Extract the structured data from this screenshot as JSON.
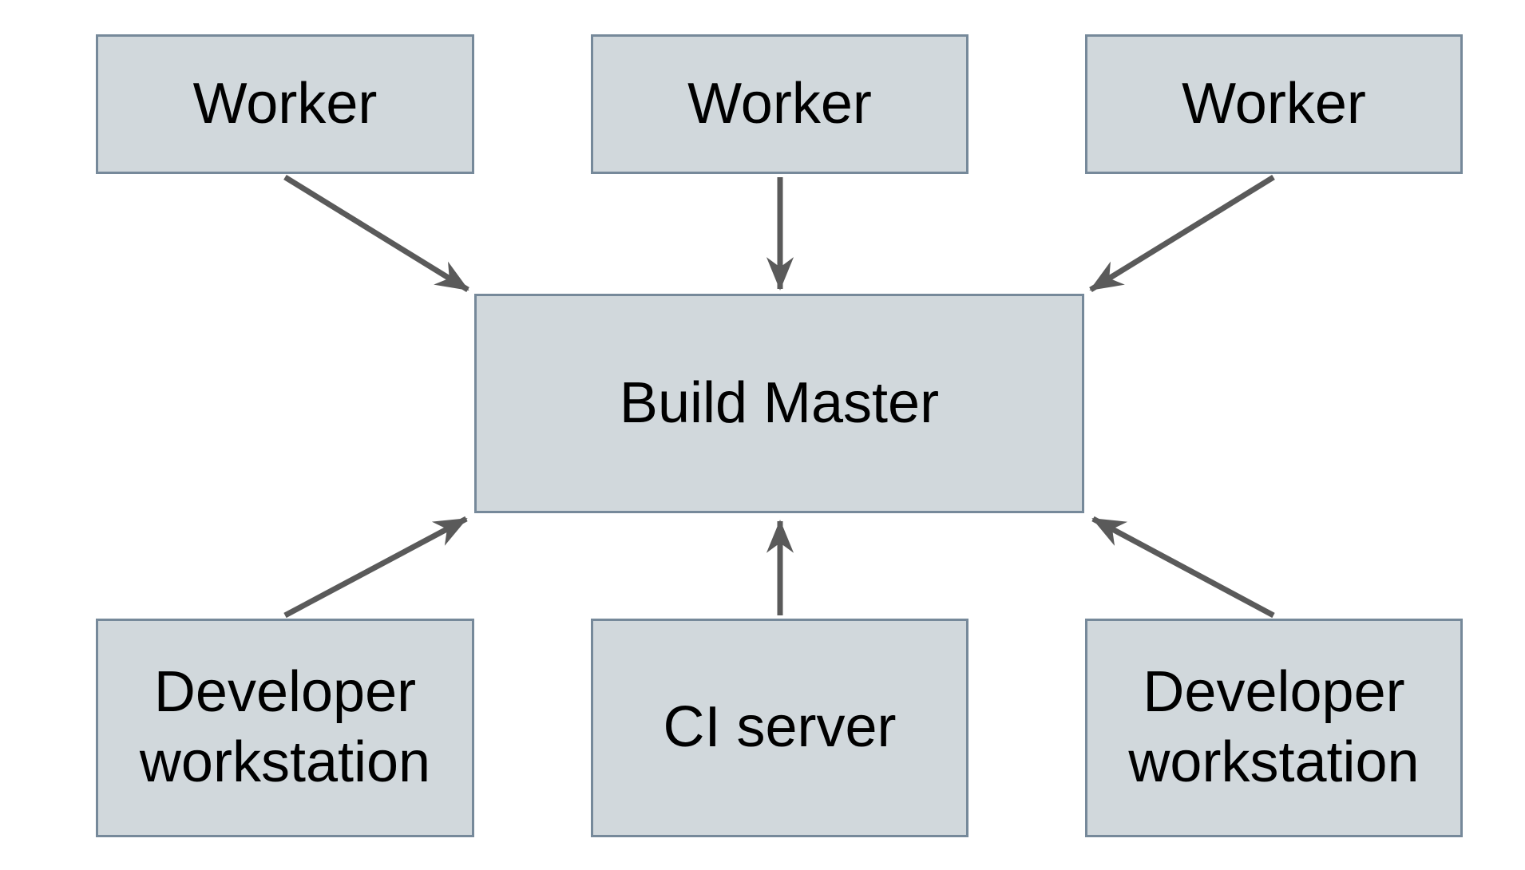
{
  "diagram": {
    "colors": {
      "background": "#ffffff",
      "node_fill": "#d1d8dc",
      "node_border": "#76899a",
      "arrow": "#5a5a5a",
      "text": "#000000"
    },
    "nodes": [
      {
        "id": "worker-1",
        "label": "Worker"
      },
      {
        "id": "worker-2",
        "label": "Worker"
      },
      {
        "id": "worker-3",
        "label": "Worker"
      },
      {
        "id": "build-master",
        "label": "Build Master"
      },
      {
        "id": "developer-workstation-left",
        "label": "Developer workstation"
      },
      {
        "id": "ci-server",
        "label": "CI server"
      },
      {
        "id": "developer-workstation-right",
        "label": "Developer workstation"
      }
    ],
    "connections": [
      {
        "from": "worker-1",
        "to": "build-master"
      },
      {
        "from": "worker-2",
        "to": "build-master"
      },
      {
        "from": "worker-3",
        "to": "build-master"
      },
      {
        "from": "developer-workstation-left",
        "to": "build-master"
      },
      {
        "from": "ci-server",
        "to": "build-master"
      },
      {
        "from": "developer-workstation-right",
        "to": "build-master"
      }
    ]
  }
}
